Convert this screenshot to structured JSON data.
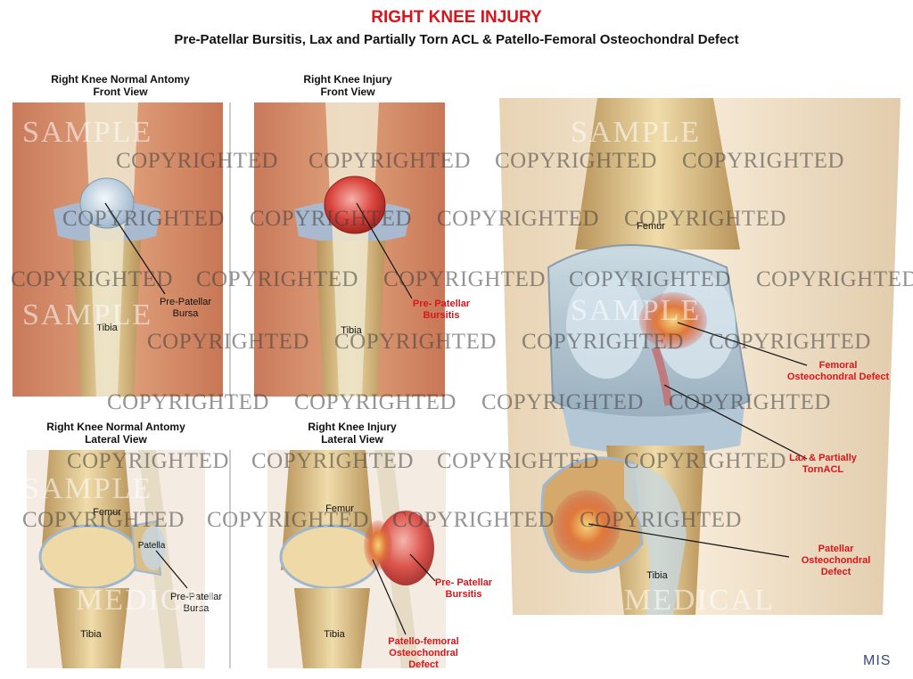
{
  "header": {
    "title": "RIGHT KNEE INJURY",
    "subtitle": "Pre-Patellar Bursitis, Lax and Partially Torn ACL & Patello-Femoral Osteochondral Defect"
  },
  "panels": {
    "normal_front": {
      "title_line1": "Right Knee Normal Antomy",
      "title_line2": "Front View"
    },
    "injury_front": {
      "title_line1": "Right Knee Injury",
      "title_line2": "Front View"
    },
    "normal_lateral": {
      "title_line1": "Right Knee Normal Antomy",
      "title_line2": "Lateral View"
    },
    "injury_lateral": {
      "title_line1": "Right Knee Injury",
      "title_line2": "Lateral View"
    }
  },
  "labels": {
    "nf_bursa_1": "Pre-Patellar",
    "nf_bursa_2": "Bursa",
    "nf_tibia": "Tibia",
    "if_bursitis_1": "Pre- Patellar",
    "if_bursitis_2": "Bursitis",
    "if_tibia": "Tibia",
    "nl_femur": "Femur",
    "nl_patella": "Patella",
    "nl_bursa_1": "Pre-Patellar",
    "nl_bursa_2": "Bursa",
    "nl_tibia": "Tibia",
    "il_femur": "Femur",
    "il_bursitis_1": "Pre- Patellar",
    "il_bursitis_2": "Bursitis",
    "il_defect_1": "Patello-femoral",
    "il_defect_2": "Osteochondral",
    "il_defect_3": "Defect",
    "il_tibia": "Tibia",
    "big_femur": "Femur",
    "big_femoral_1": "Femoral",
    "big_femoral_2": "Osteochondral Defect",
    "big_acl_1": "Lax & Partially",
    "big_acl_2": "TornACL",
    "big_patellar_1": "Patellar",
    "big_patellar_2": "Osteochondral",
    "big_patellar_3": "Defect",
    "big_tibia": "Tibia"
  },
  "watermark": {
    "copyrighted": "COPYRIGHTED",
    "sample": "SAMPLE",
    "medical": "MEDICAL"
  },
  "logo": {
    "text": "MIS"
  },
  "colors": {
    "title_red": "#d8151c",
    "label_red": "#d8151c"
  }
}
